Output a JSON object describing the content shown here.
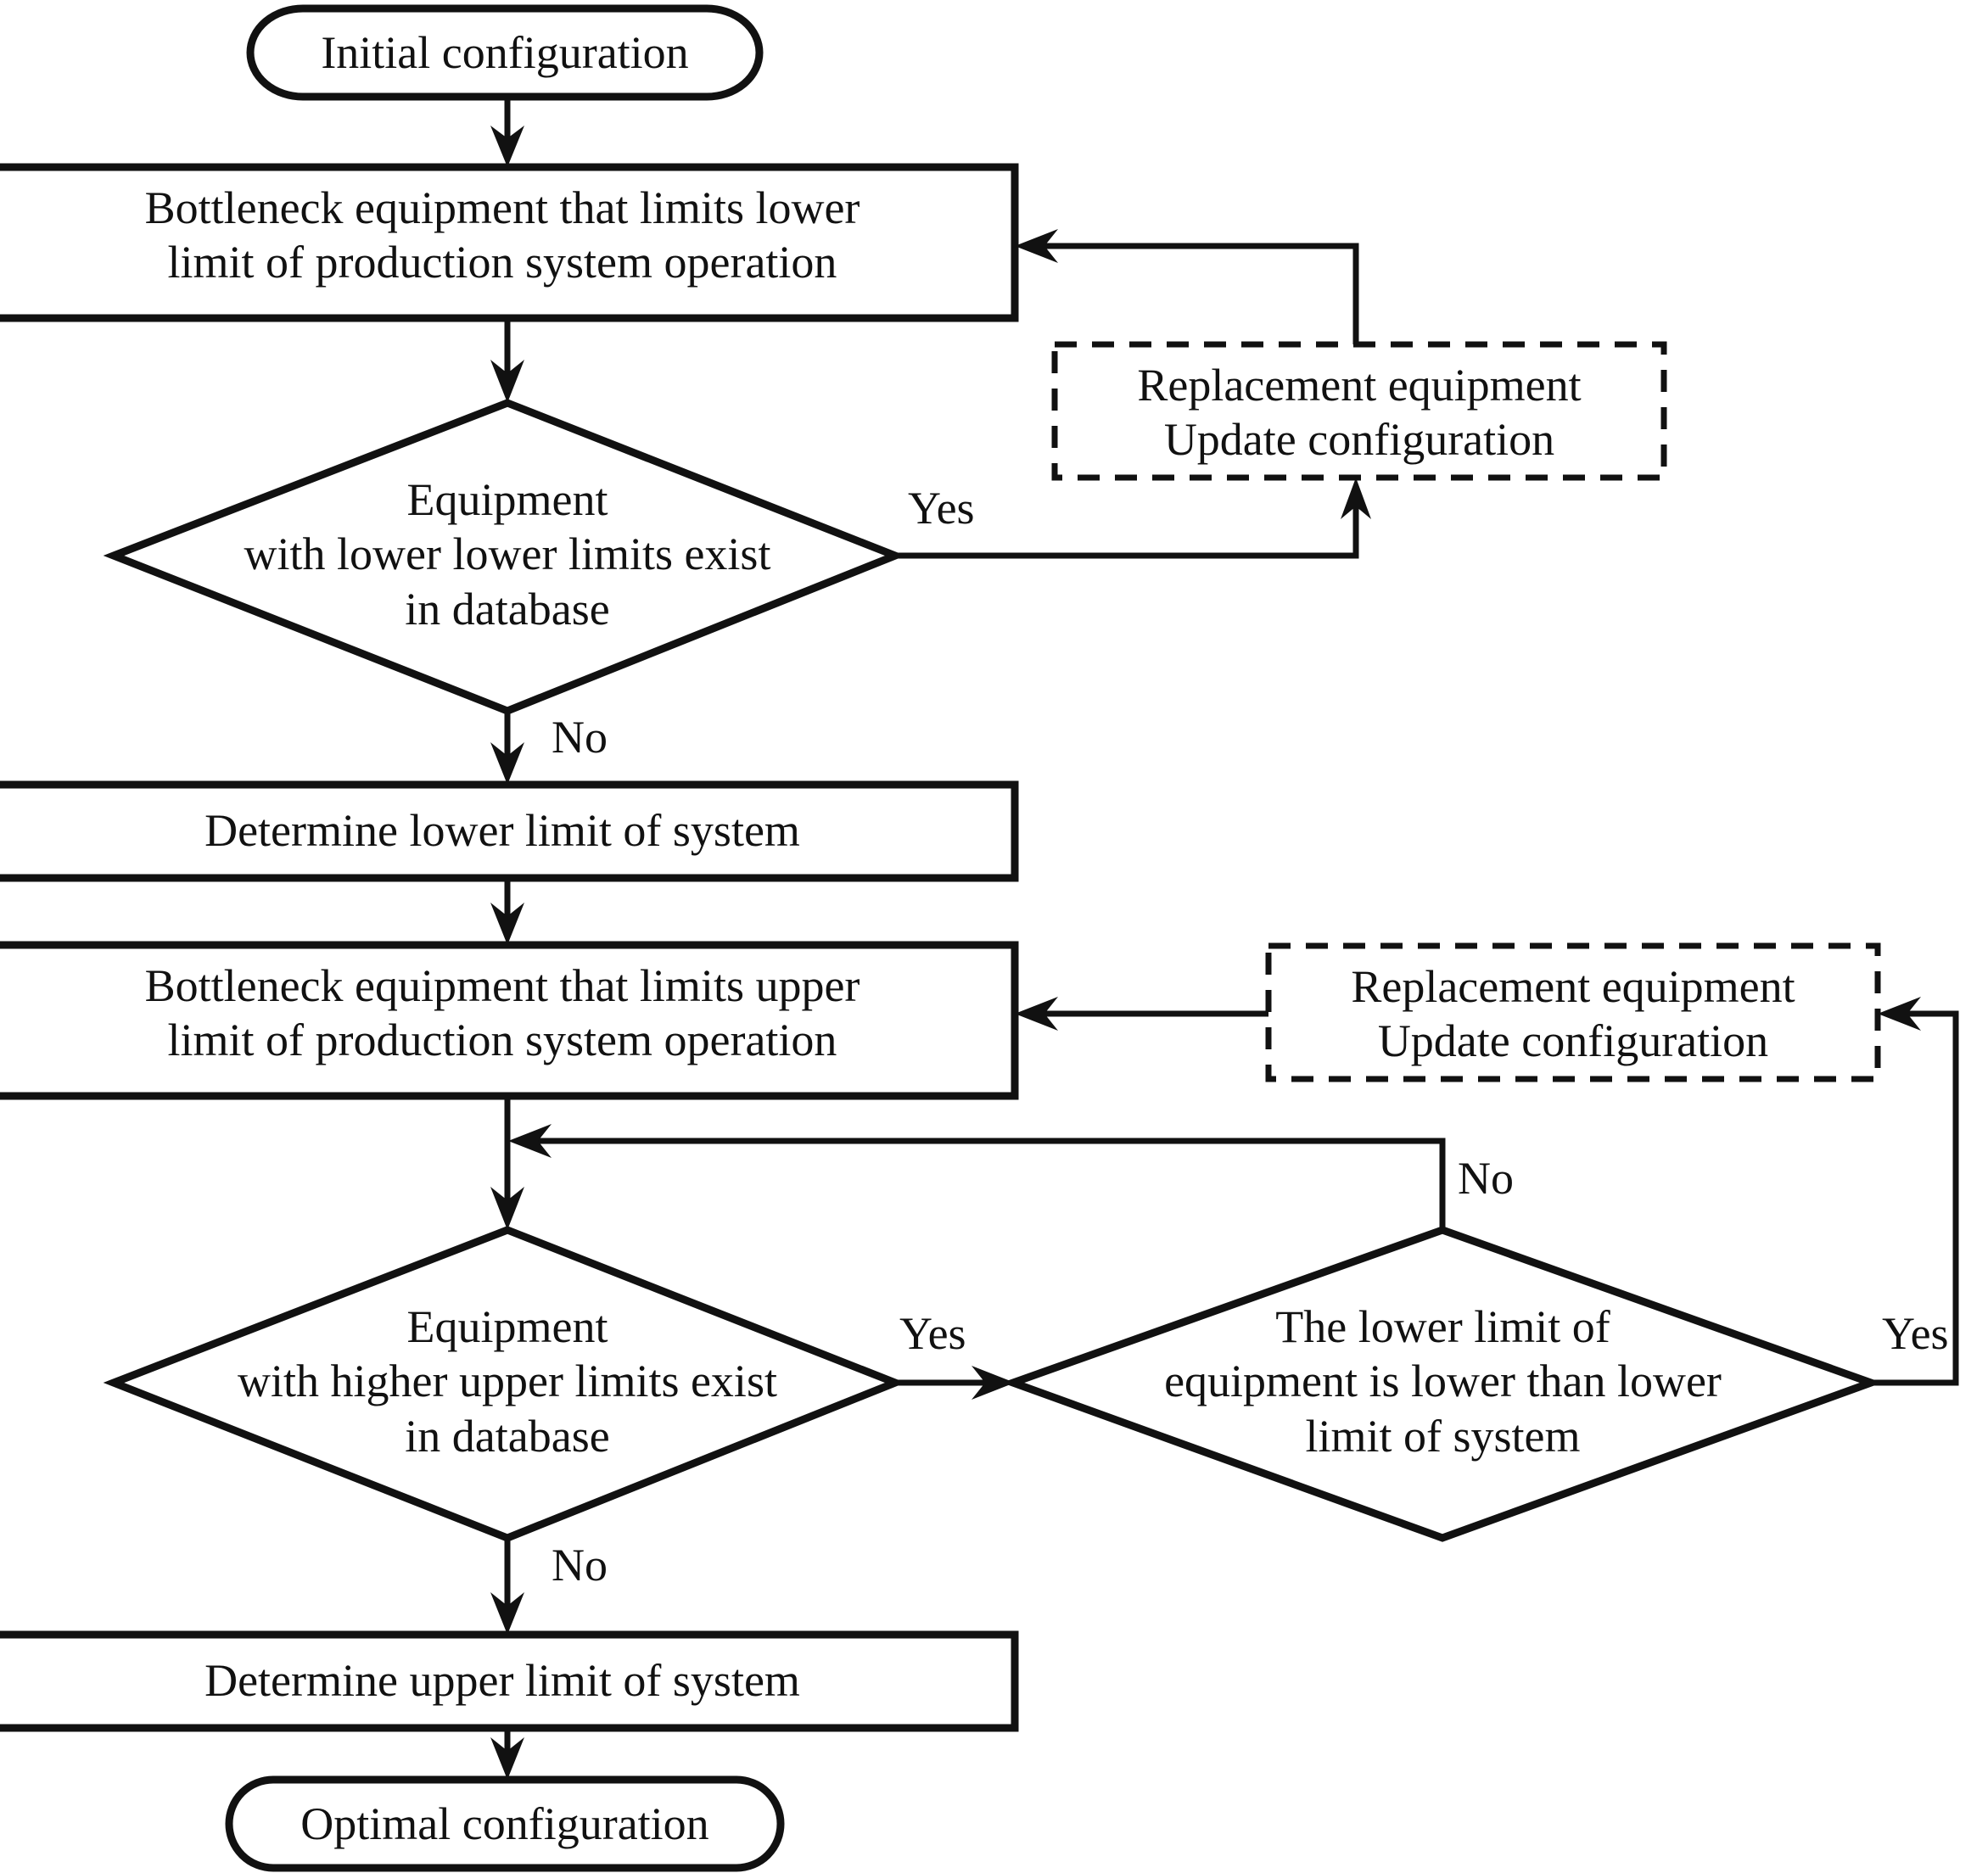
{
  "diagram": {
    "type": "flowchart",
    "title": "",
    "background_color": "#ffffff",
    "line_color": "#111111",
    "text_color": "#111111"
  },
  "nodes": {
    "start": {
      "shape": "terminator",
      "label": "Initial configuration"
    },
    "bottleneck_lower": {
      "shape": "process",
      "label": "Bottleneck equipment that limits lower\nlimit of production system operation"
    },
    "decision_lower": {
      "shape": "decision",
      "label": "Equipment\nwith lower lower limits exist\nin database"
    },
    "replacement_lower": {
      "shape": "process-dashed",
      "label": "Replacement equipment\nUpdate configuration"
    },
    "determine_lower": {
      "shape": "process",
      "label": "Determine lower limit of system"
    },
    "bottleneck_upper": {
      "shape": "process",
      "label": "Bottleneck equipment that limits upper\nlimit of production system operation"
    },
    "replacement_upper": {
      "shape": "process-dashed",
      "label": "Replacement equipment\nUpdate configuration"
    },
    "decision_upper": {
      "shape": "decision",
      "label": "Equipment\nwith higher upper limits exist\nin database"
    },
    "decision_compare": {
      "shape": "decision",
      "label": "The lower limit of\nequipment is lower than lower\nlimit of system"
    },
    "determine_upper": {
      "shape": "process",
      "label": "Determine upper limit of  system"
    },
    "end": {
      "shape": "terminator",
      "label": "Optimal configuration"
    }
  },
  "edge_labels": {
    "decision_lower_yes": "Yes",
    "decision_lower_no": "No",
    "decision_upper_yes": "Yes",
    "decision_upper_no": "No",
    "decision_compare_yes": "Yes",
    "decision_compare_no": "No"
  },
  "edges": [
    {
      "from": "start",
      "to": "bottleneck_lower",
      "label": ""
    },
    {
      "from": "bottleneck_lower",
      "to": "decision_lower",
      "label": ""
    },
    {
      "from": "decision_lower",
      "to": "replacement_lower",
      "label": "Yes"
    },
    {
      "from": "replacement_lower",
      "to": "bottleneck_lower",
      "label": ""
    },
    {
      "from": "decision_lower",
      "to": "determine_lower",
      "label": "No"
    },
    {
      "from": "determine_lower",
      "to": "bottleneck_upper",
      "label": ""
    },
    {
      "from": "bottleneck_upper",
      "to": "decision_upper",
      "label": ""
    },
    {
      "from": "decision_upper",
      "to": "decision_compare",
      "label": "Yes"
    },
    {
      "from": "decision_compare",
      "to": "replacement_upper",
      "label": "Yes"
    },
    {
      "from": "replacement_upper",
      "to": "bottleneck_upper",
      "label": ""
    },
    {
      "from": "decision_compare",
      "to": "decision_upper",
      "label": "No"
    },
    {
      "from": "decision_upper",
      "to": "determine_upper",
      "label": "No"
    },
    {
      "from": "determine_upper",
      "to": "end",
      "label": ""
    }
  ]
}
